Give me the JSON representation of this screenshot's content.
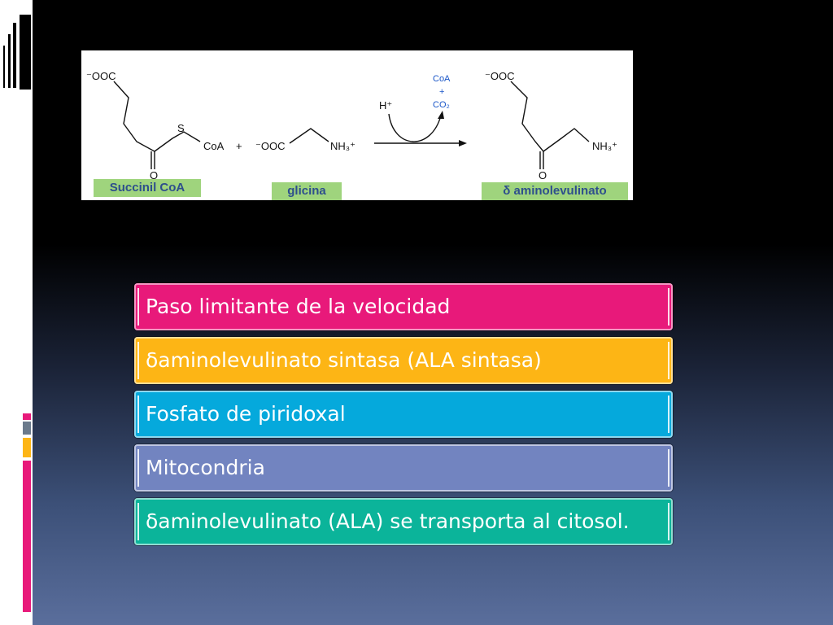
{
  "reaction": {
    "substrate1_label": "Succinil CoA",
    "substrate2_label": "glicina",
    "product_label": "δ aminolevulinato",
    "chem": {
      "ooc": "⁻OOC",
      "s": "S",
      "coa": "CoA",
      "o": "O",
      "plus": "+",
      "nh3": "NH₃⁺",
      "h_plus": "H⁺",
      "released_coa": "CoA",
      "released_plus": "+",
      "co2": "CO₂"
    }
  },
  "steps": [
    {
      "text": "Paso limitante de la velocidad",
      "color": "#e8197a"
    },
    {
      "text": "δaminolevulinato sintasa (ALA sintasa)",
      "color": "#fdb515"
    },
    {
      "text": "Fosfato de piridoxal",
      "color": "#05a9dc"
    },
    {
      "text": "Mitocondria",
      "color": "#7284c0"
    },
    {
      "text": "δaminolevulinato (ALA) se transporta al citosol.",
      "color": "#0bb49a"
    }
  ],
  "colors": {
    "label_bg": "#9fd47d",
    "label_text": "#2e4f8c",
    "strip_pink": "#e8197a",
    "strip_orange": "#fdb515",
    "strip_gray": "#6b7a8c"
  }
}
